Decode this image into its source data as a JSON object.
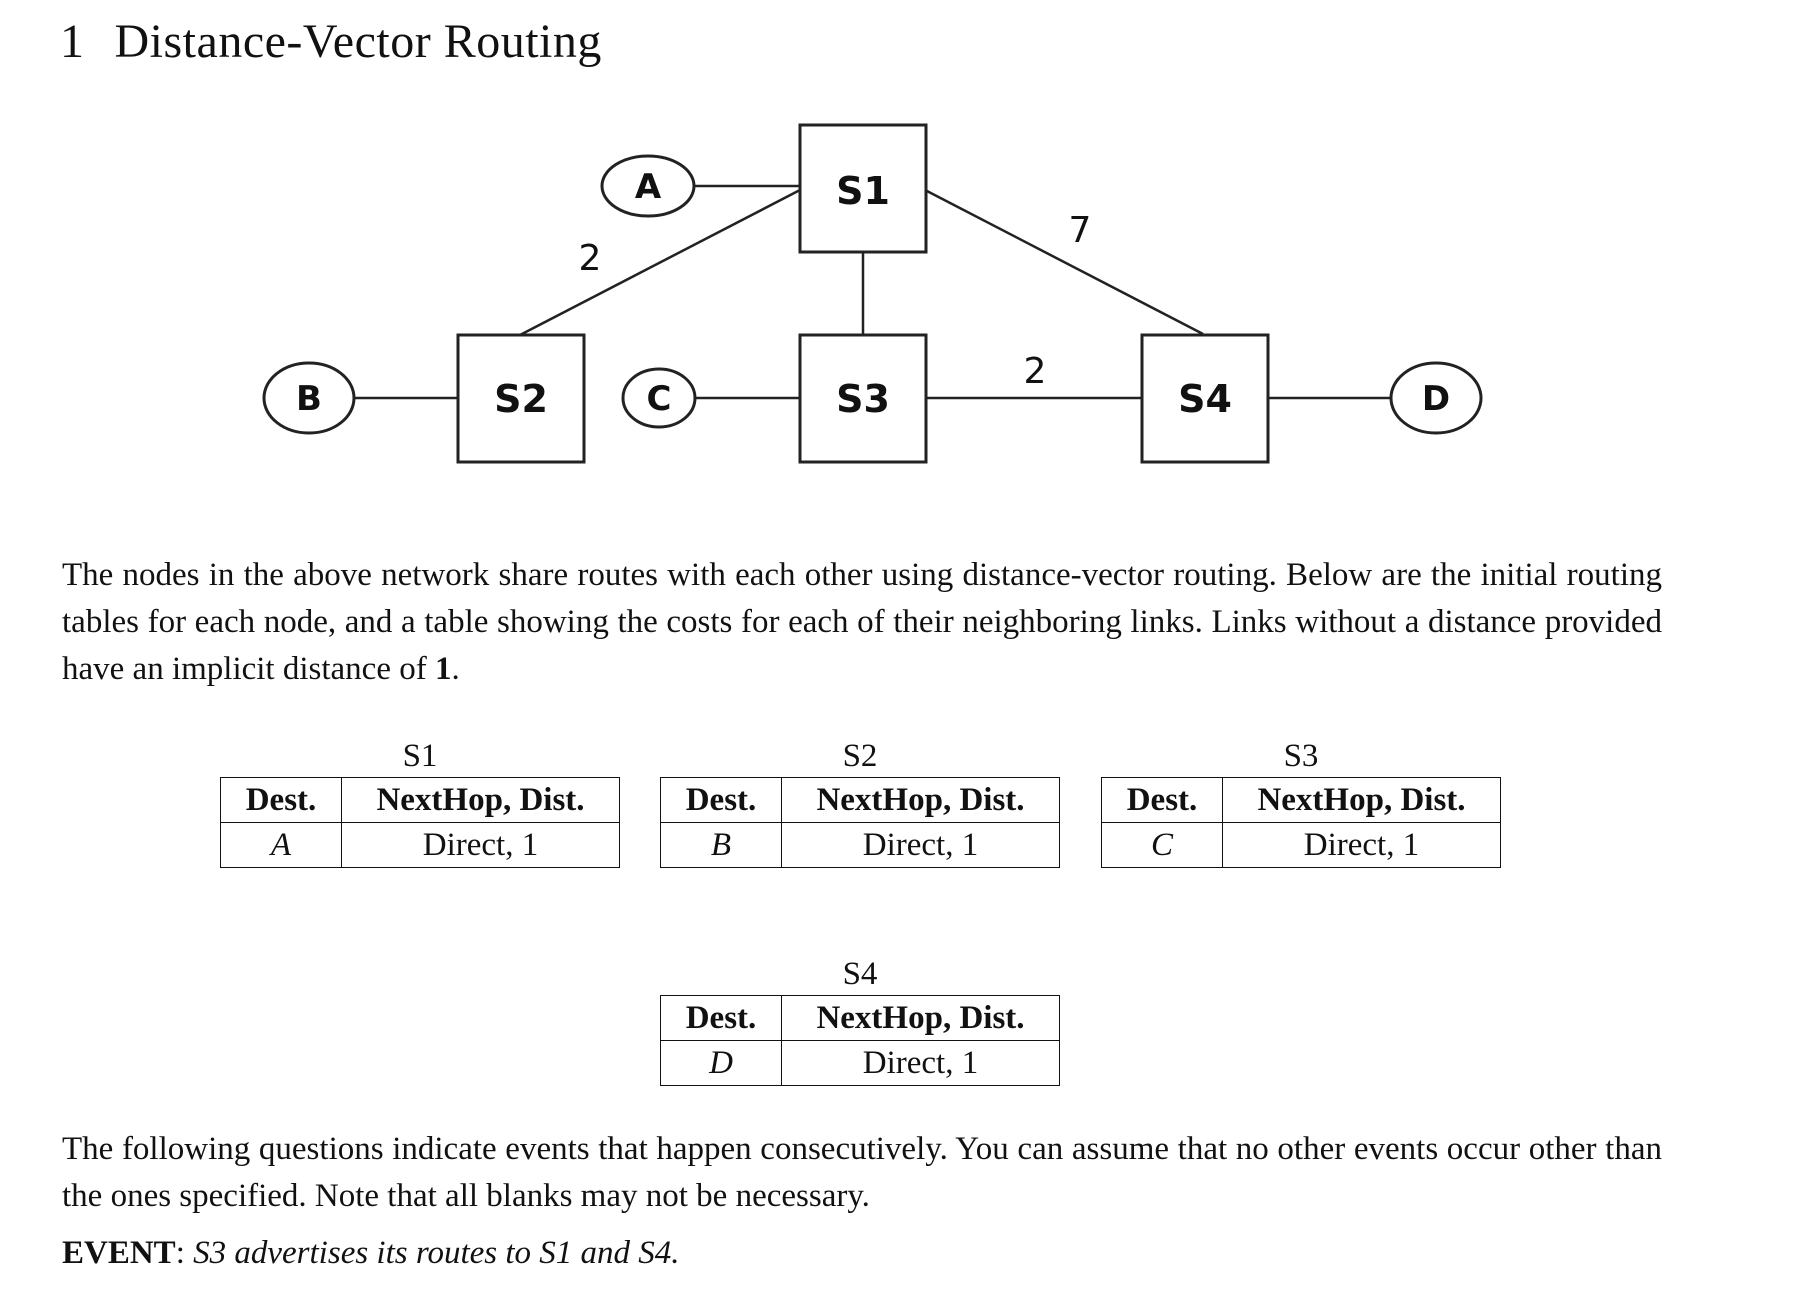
{
  "title": {
    "number": "1",
    "text": "Distance-Vector Routing"
  },
  "diagram": {
    "switches": [
      "S1",
      "S2",
      "S3",
      "S4"
    ],
    "hosts": [
      "A",
      "B",
      "C",
      "D"
    ],
    "link_labels": {
      "s2_s1": "2",
      "s1_s4": "7",
      "s3_s4": "2"
    }
  },
  "intro_parts": {
    "before": "The nodes in the above network share routes with each other using distance-vector routing. Below are the initial routing tables for each node, and a table showing the costs for each of their neighboring links. Links without a distance provided have an implicit distance of ",
    "bold": "1",
    "after": "."
  },
  "tables": {
    "header_dest": "Dest.",
    "header_hop": "NextHop, Dist.",
    "s1": {
      "name": "S1",
      "dest": "A",
      "value": "Direct, 1"
    },
    "s2": {
      "name": "S2",
      "dest": "B",
      "value": "Direct, 1"
    },
    "s3": {
      "name": "S3",
      "dest": "C",
      "value": "Direct, 1"
    },
    "s4": {
      "name": "S4",
      "dest": "D",
      "value": "Direct, 1"
    }
  },
  "events_intro": "The following questions indicate events that happen consecutively. You can assume that no other events occur other than the ones specified. Note that all blanks may not be necessary.",
  "event": {
    "label": "EVENT",
    "colon": ": ",
    "text": "S3 advertises its routes to S1 and S4."
  }
}
